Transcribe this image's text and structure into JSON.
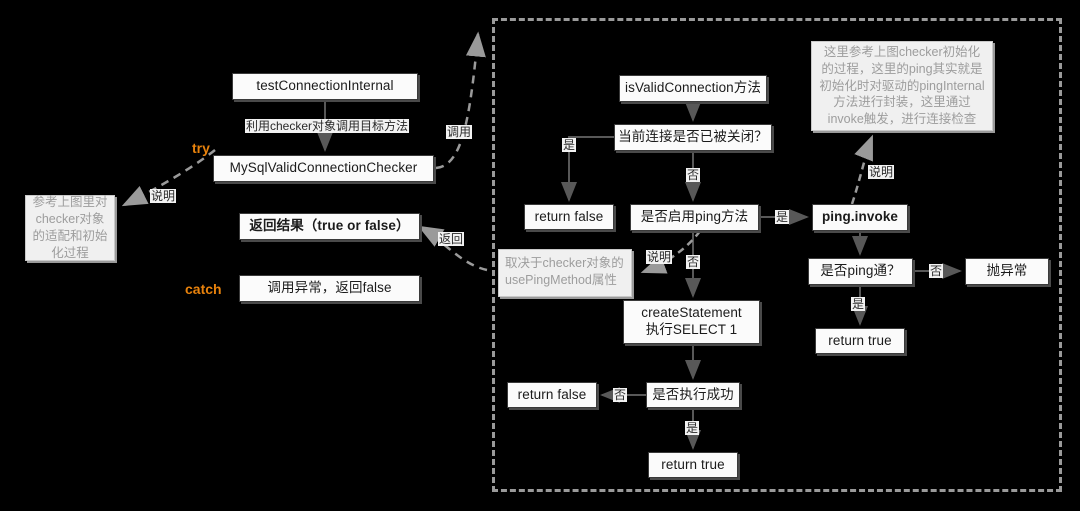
{
  "diagram": {
    "title": "MySqlValidConnectionChecker isValidConnection flow",
    "colors": {
      "background": "#000000",
      "node_fill": "#fbfbfb",
      "node_border": "#3a3a3a",
      "note_fill": "#f0f0f0",
      "note_text": "#9d9d9d",
      "keyword_orange": "#e8820c",
      "connector": "#585858",
      "group_border": "#9a9a9a"
    }
  },
  "left_section": {
    "nodes": {
      "test_connection_internal": "testConnectionInternal",
      "mysql_valid_connection_checker": "MySqlValidConnectionChecker",
      "return_result": "返回结果（true or false）",
      "call_exception": "调用异常，返回false"
    },
    "keywords": {
      "try": "try",
      "catch": "catch"
    },
    "edge_labels": {
      "use_checker": "利用checker对象调用目标方法",
      "explain": "说明",
      "invoke": "调用",
      "return": "返回"
    },
    "notes": {
      "checker_init": "参考上图里对checker对象的适配和初始化过程"
    }
  },
  "right_section": {
    "nodes": {
      "is_valid_connection": "isValidConnection方法",
      "is_connection_closed": "当前连接是否已被关闭？",
      "return_false_closed": "return false",
      "is_ping_enabled": "是否启用ping方法",
      "ping_invoke": "ping.invoke",
      "is_ping_ok": "是否ping通？",
      "throw_exception": "抛异常",
      "return_true_ping": "return true",
      "create_statement": "createStatement\n执行SELECT 1",
      "is_exec_success": "是否执行成功",
      "return_false_exec": "return false",
      "return_true_exec": "return true"
    },
    "edge_labels": {
      "yes_closed": "是",
      "no_closed": "否",
      "yes_ping": "是",
      "no_ping": "否",
      "explain_ping_attr": "说明",
      "explain_ping_invoke": "说明",
      "no_ping_ok": "否",
      "yes_ping_ok": "是",
      "no_exec": "否",
      "yes_exec": "是"
    },
    "notes": {
      "ping_method_attr": "取决于checker对象的usePingMethod属性",
      "ping_invoke_detail": "这里参考上图checker初始化的过程，这里的ping其实就是初始化时对驱动的pingInternal方法进行封装，这里通过invoke触发，进行连接检查"
    }
  }
}
